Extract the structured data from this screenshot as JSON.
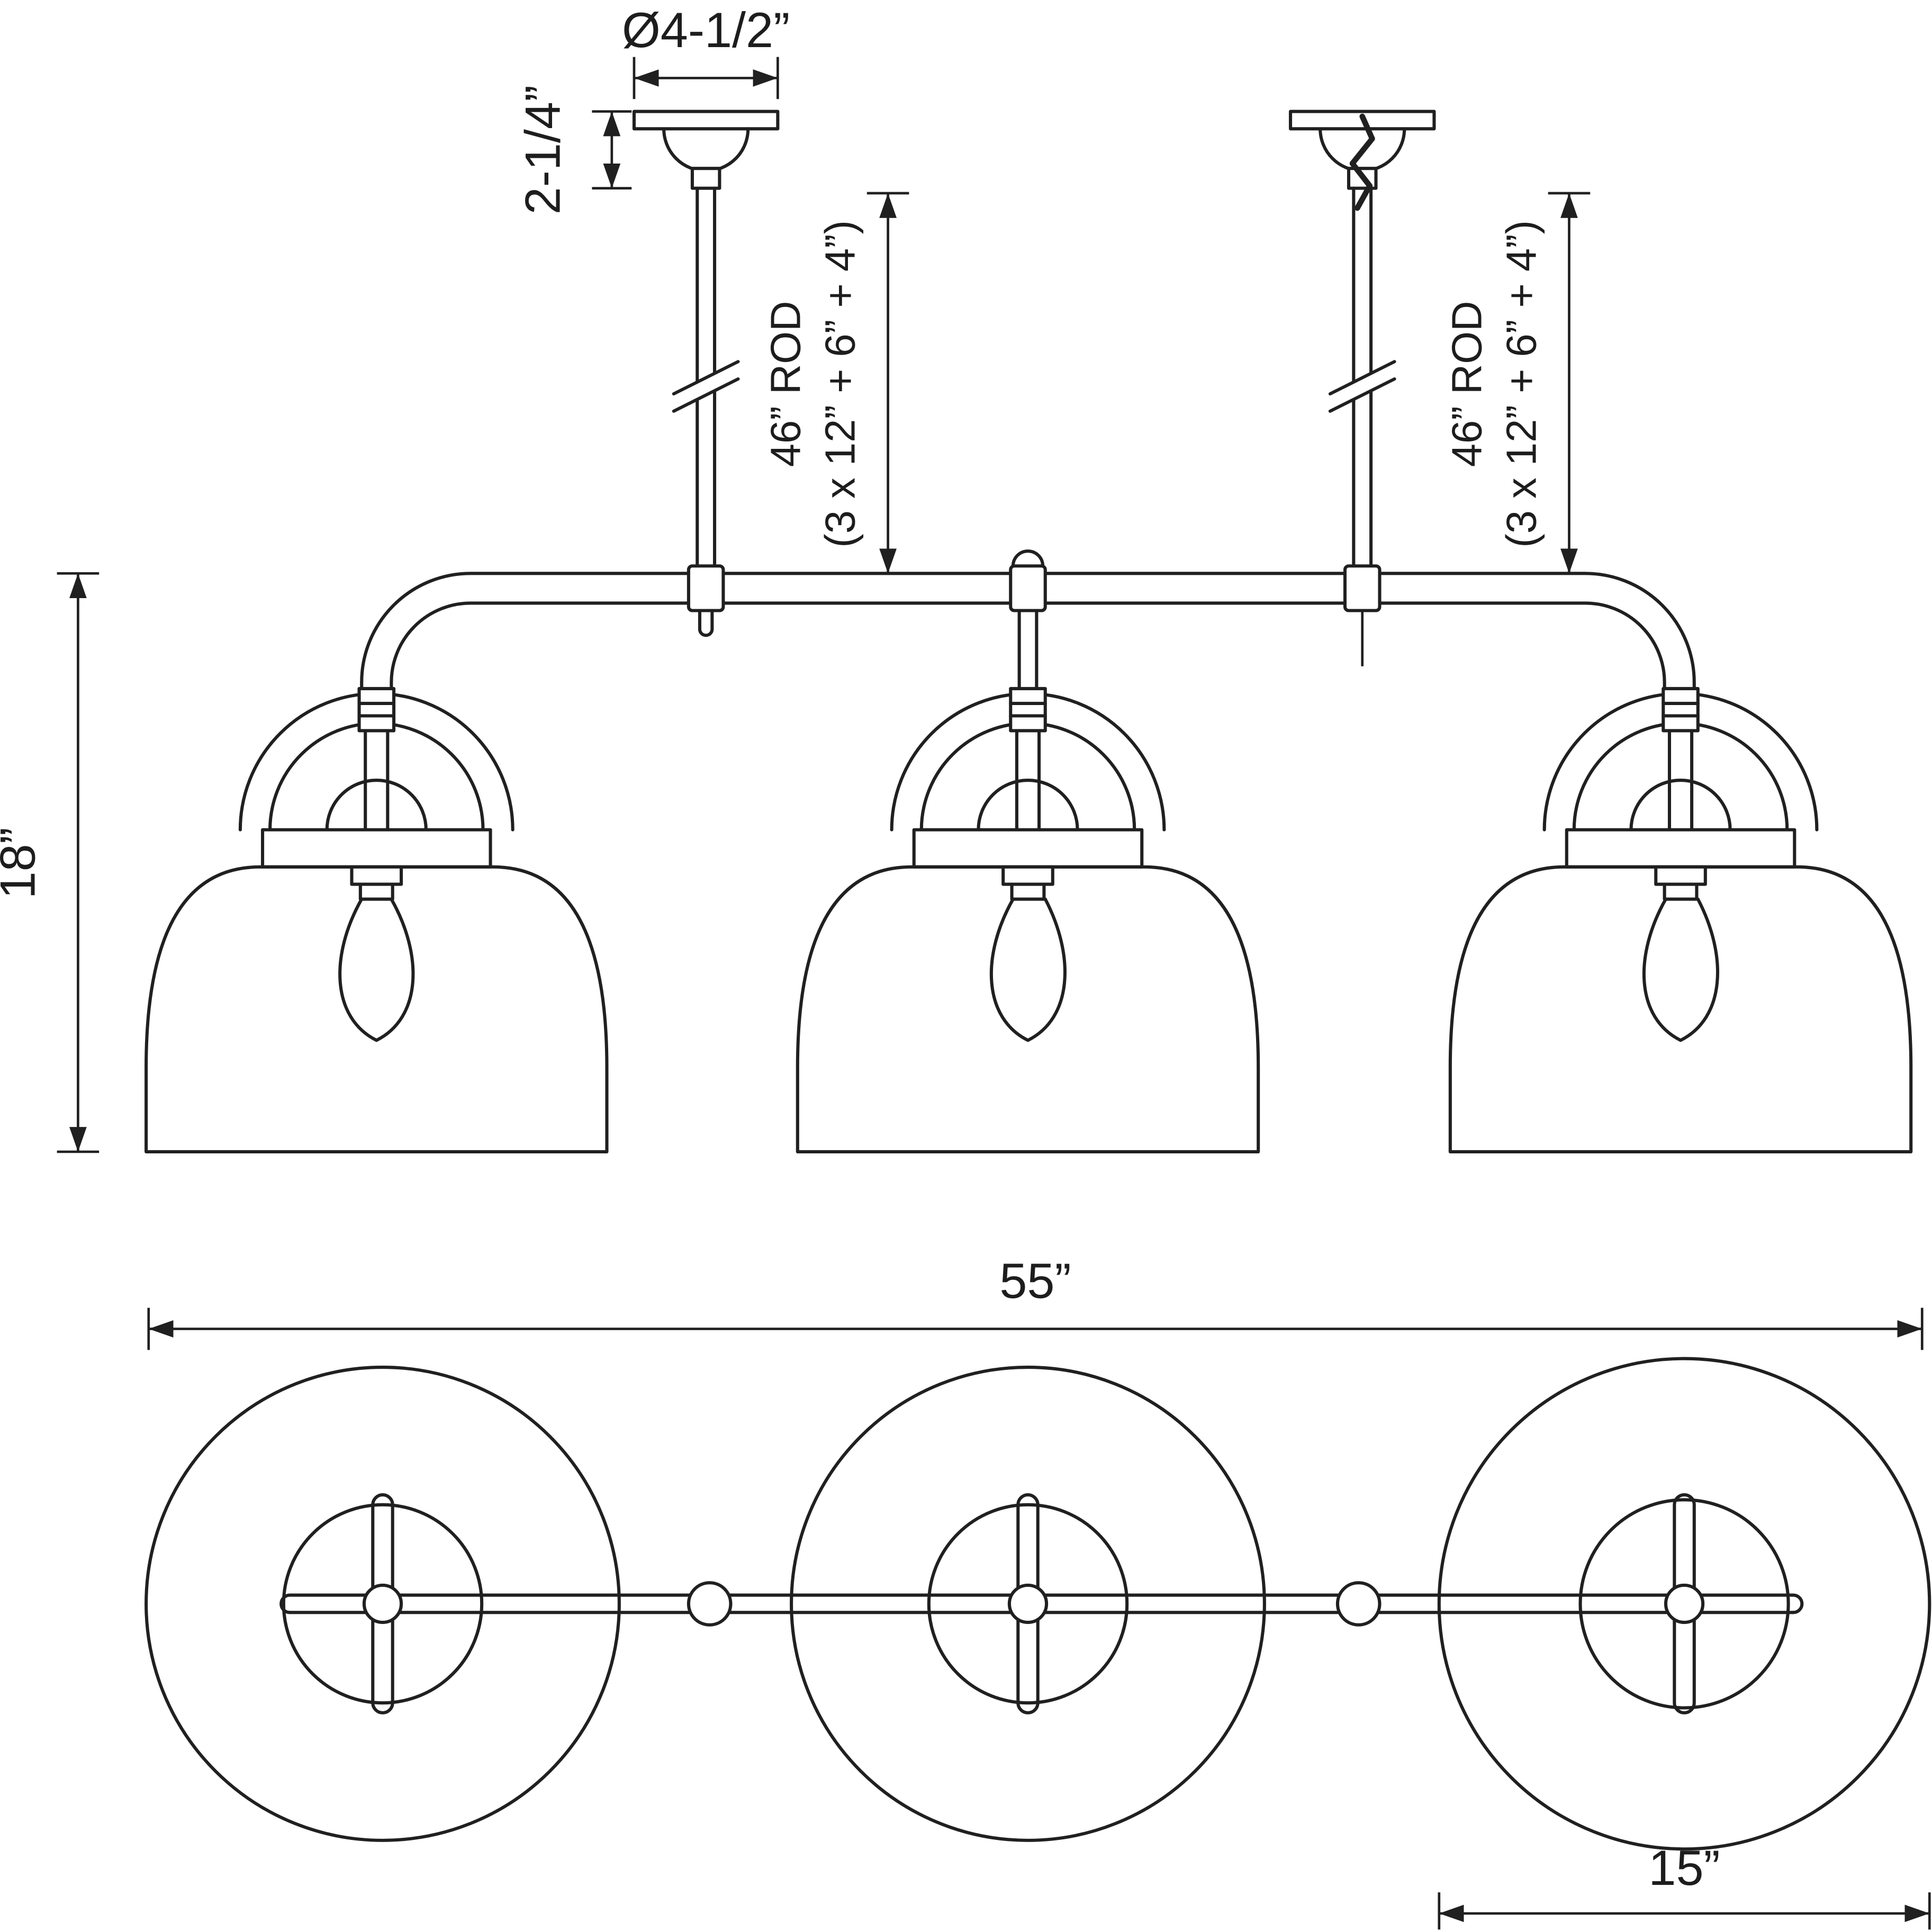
{
  "diagram": {
    "subject": "3-light linear pendant fixture dimension drawing",
    "views": [
      "front elevation",
      "bottom plan"
    ]
  },
  "labels": {
    "canopy_diameter": "Ø4-1/2”",
    "canopy_height": "2-1/4”",
    "rod_left": {
      "line1": "46” ROD",
      "line2": "(3 x 12” + 6” + 4”)"
    },
    "rod_right": {
      "line1": "46” ROD",
      "line2": "(3 x 12” + 6” + 4”)"
    },
    "fixture_height": "18”",
    "overall_width": "55”",
    "shade_diameter": "15”"
  },
  "colors": {
    "line": "#202020",
    "background": "#ffffff"
  }
}
